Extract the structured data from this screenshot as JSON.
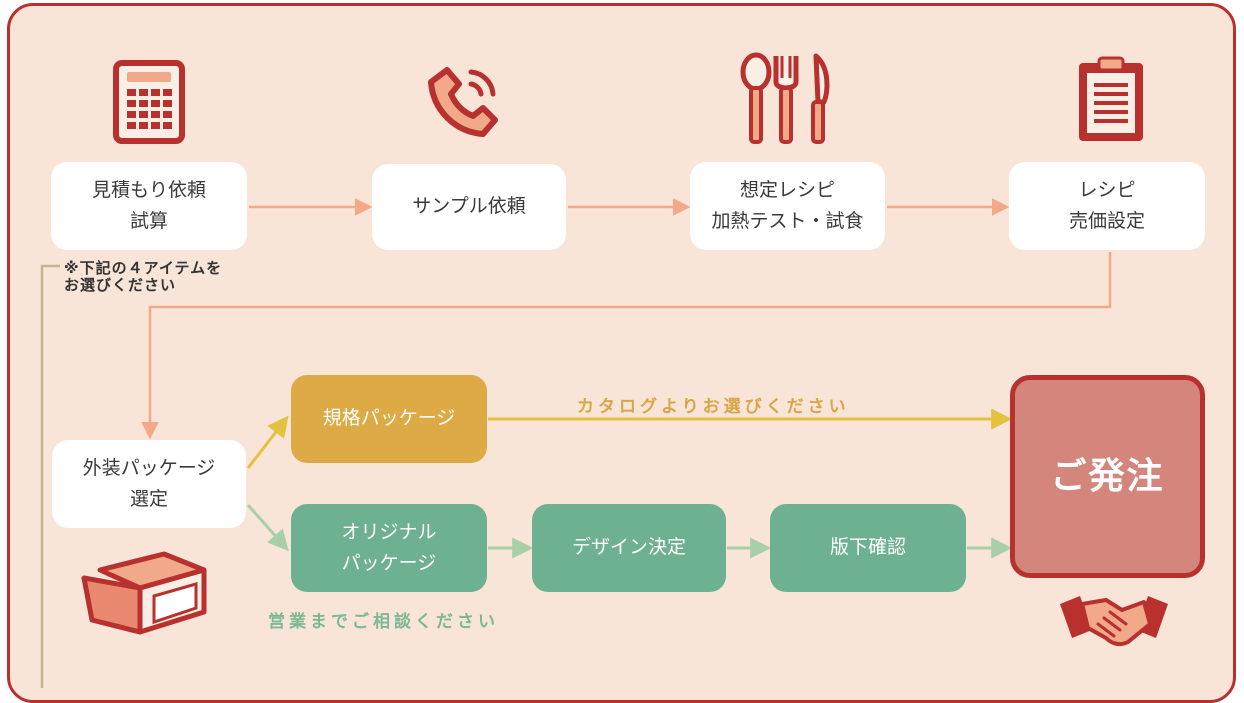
{
  "steps": {
    "estimate": "見積もり依頼\n試算",
    "sample": "サンプル依頼",
    "recipe_test": "想定レシピ\n加熱テスト・試食",
    "pricing": "レシピ\n売価設定",
    "package_select": "外装パッケージ\n選定",
    "standard_package": "規格パッケージ",
    "original_package": "オリジナル\nパッケージ",
    "design": "デザイン決定",
    "proof": "版下確認",
    "order": "ご発注"
  },
  "notes": {
    "select_items": "※下記の４アイテムを\nお選びください",
    "catalog": "カタログよりお選びください",
    "consult": "営業までご相談ください"
  },
  "icons": [
    "calculator-icon",
    "phone-icon",
    "cutlery-icon",
    "clipboard-icon",
    "package-box-icon",
    "handshake-icon"
  ],
  "colors": {
    "frame": "#b8312f",
    "background": "#f9e5d8",
    "arrow_orange": "#f1a98a",
    "gold": "#ddaa45",
    "green": "#6db191",
    "green_arrow": "#a7cfa8",
    "order_fill": "#d4867c",
    "tan_line": "#c4b590"
  }
}
